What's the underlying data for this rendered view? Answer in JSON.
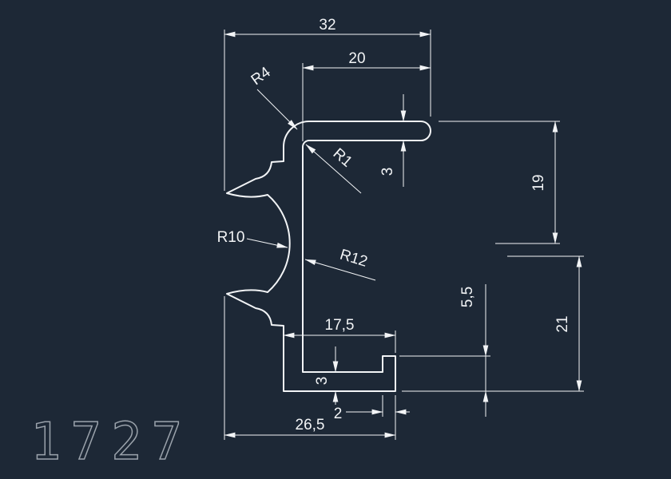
{
  "drawing": {
    "profile_number": "1727",
    "colors": {
      "background": "#1d2836",
      "lines": "#f2f4f6",
      "profile_number_text": "#9aa2ab"
    },
    "linear_dimensions": {
      "overall_width": "32",
      "flange_length": "20",
      "flange_thickness": "3",
      "upper_right_height": "19",
      "lower_right_height": "21",
      "lip_height": "5,5",
      "foot_length": "17,5",
      "foot_thickness": "3",
      "lip_thickness": "2",
      "bottom_width": "26,5"
    },
    "radius_dimensions": {
      "outer_corner": "R4",
      "inner_corner": "R1",
      "channel_inner": "R10",
      "channel_outer": "R12"
    }
  }
}
